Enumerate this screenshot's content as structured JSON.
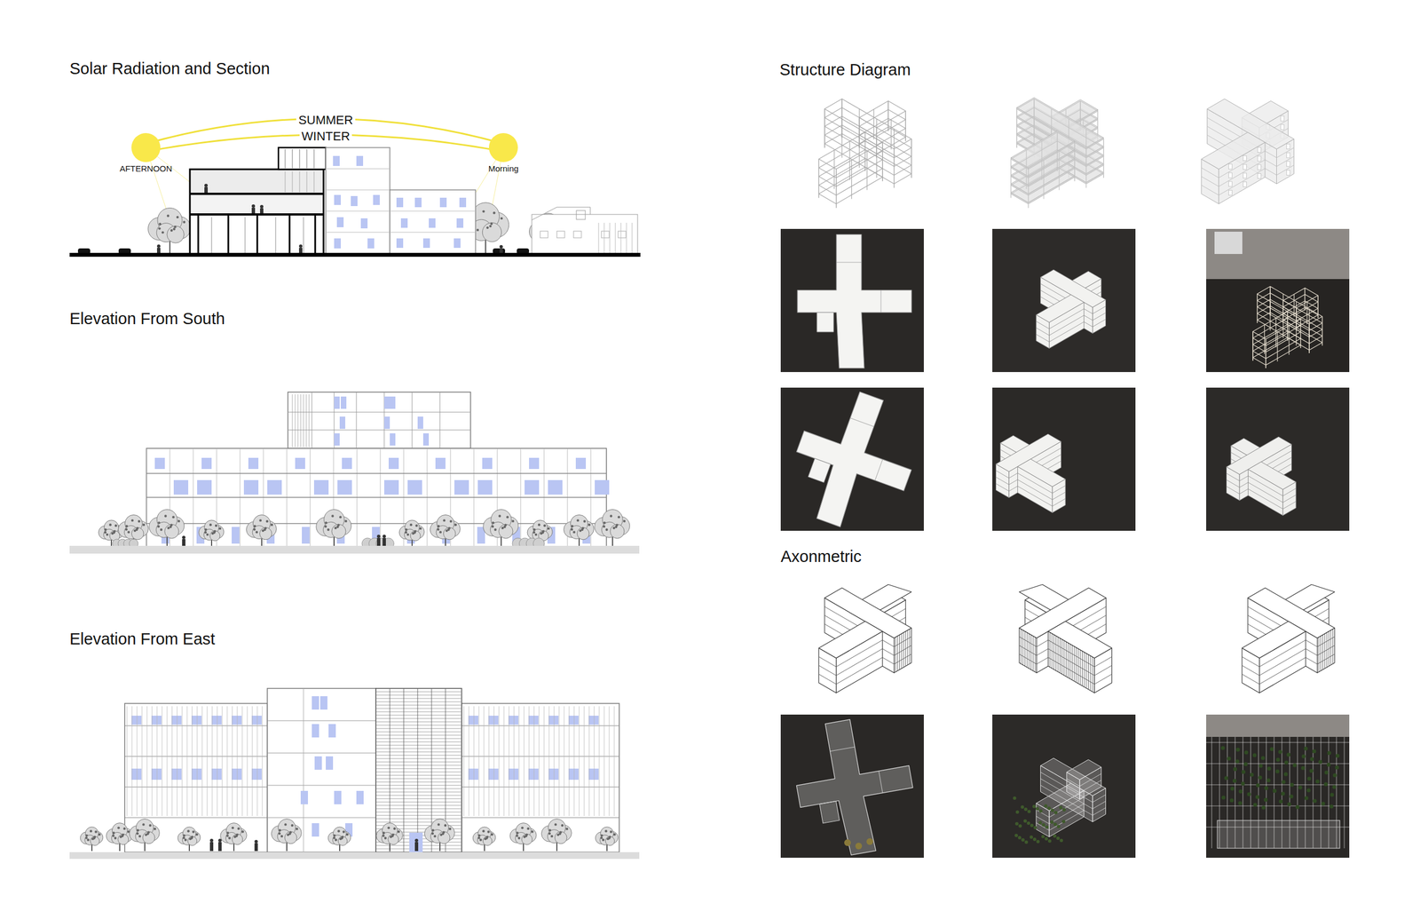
{
  "diagram": {
    "labels": [
      "Solar Radiation and Section",
      "SUMMER",
      "WINTER",
      "AFTERNOON",
      "Morning",
      "Elevation From South",
      "Elevation From East",
      "Structure Diagram",
      "Axonmetric"
    ]
  }
}
